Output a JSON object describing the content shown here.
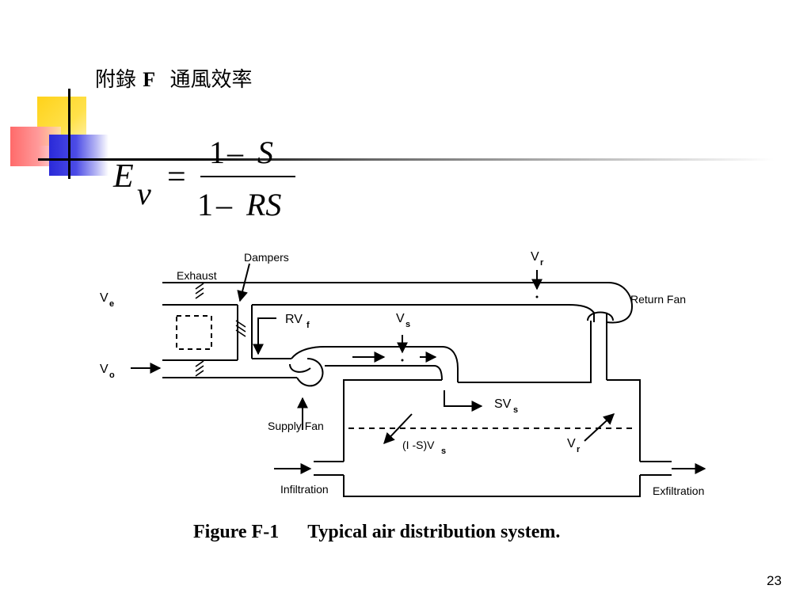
{
  "slide": {
    "title_cjk": "附錄",
    "title_letter": "F",
    "title_rest": "通風效率",
    "page_number": "23"
  },
  "formula": {
    "lhs_letter": "E",
    "lhs_sub": "v",
    "equals": "=",
    "num_one": "1",
    "num_minus": "–",
    "num_var": "S",
    "den_one": "1",
    "den_minus": "–",
    "den_var": "RS"
  },
  "diagram": {
    "labels": {
      "dampers": "Dampers",
      "exhaust": "Exhaust",
      "return_fan": "Return Fan",
      "supply_fan": "Supply Fan",
      "infiltration": "Infiltration",
      "exfiltration": "Exfiltration"
    },
    "symbols": {
      "ve_main": "V",
      "ve_sub": "e",
      "vo_main": "V",
      "vo_sub": "o",
      "vr_top_main": "V",
      "vr_top_sub": "r",
      "rvf_main": "RV",
      "rvf_sub": "f",
      "vs_main": "V",
      "vs_sub": "s",
      "svs_main": "SV",
      "svs_sub": "s",
      "ls_main": "(I -S)V",
      "ls_sub": "s",
      "vr_room_main": "V",
      "vr_room_sub": "r"
    }
  },
  "caption": {
    "figure_no": "Figure F-1",
    "text": "Typical air distribution system."
  }
}
